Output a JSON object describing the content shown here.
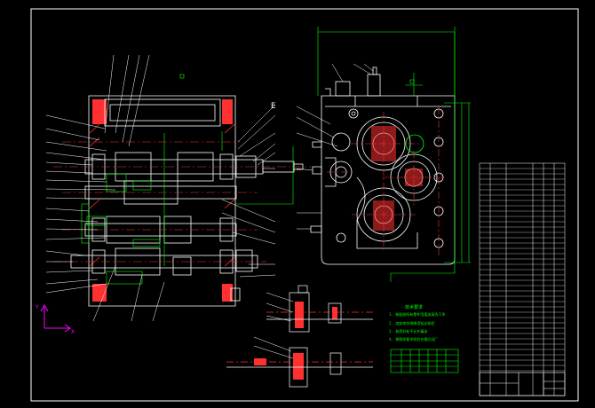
{
  "drawing": {
    "type": "CAD gearbox assembly drawing",
    "background_color": "#000000",
    "colors": {
      "outline": "#ffffff",
      "centerline": "#ff3030",
      "hatch": "#ff3030",
      "dimension": "#00ff00",
      "leader": "#ffffff",
      "ucs": "#ff00ff"
    },
    "axis_labels": {
      "x": "X",
      "y": "Y"
    },
    "section_marker": "E",
    "tech_notes": {
      "title": "技术要求",
      "lines": [
        "1. 装配前所有零件用煤油清洗干净",
        "2. 齿轮啮合侧隙用铅丝检验",
        "3. 各密封处不允许漏油",
        "4. 按图样要求检验合格后出厂"
      ]
    }
  }
}
